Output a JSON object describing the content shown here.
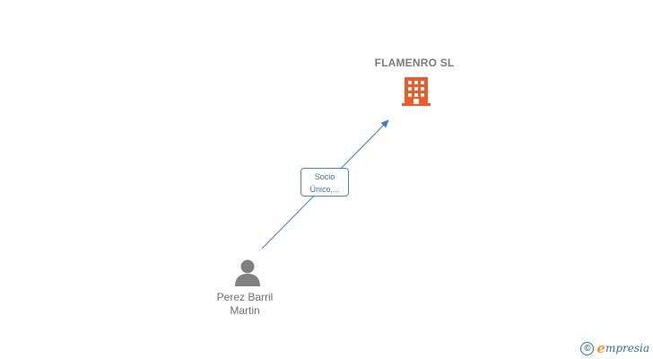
{
  "company": {
    "name": "FLAMENRO SL",
    "icon": "building-icon",
    "color": "#f05a28"
  },
  "person": {
    "name_line1": "Perez Barril",
    "name_line2": "Martin",
    "icon": "person-icon",
    "color": "#808080"
  },
  "relation": {
    "label_line1": "Socio",
    "label_line2": "Único,...",
    "line_color": "#3a7bd5"
  },
  "brand": {
    "copyright": "©",
    "initial": "e",
    "name": "mpresia"
  }
}
